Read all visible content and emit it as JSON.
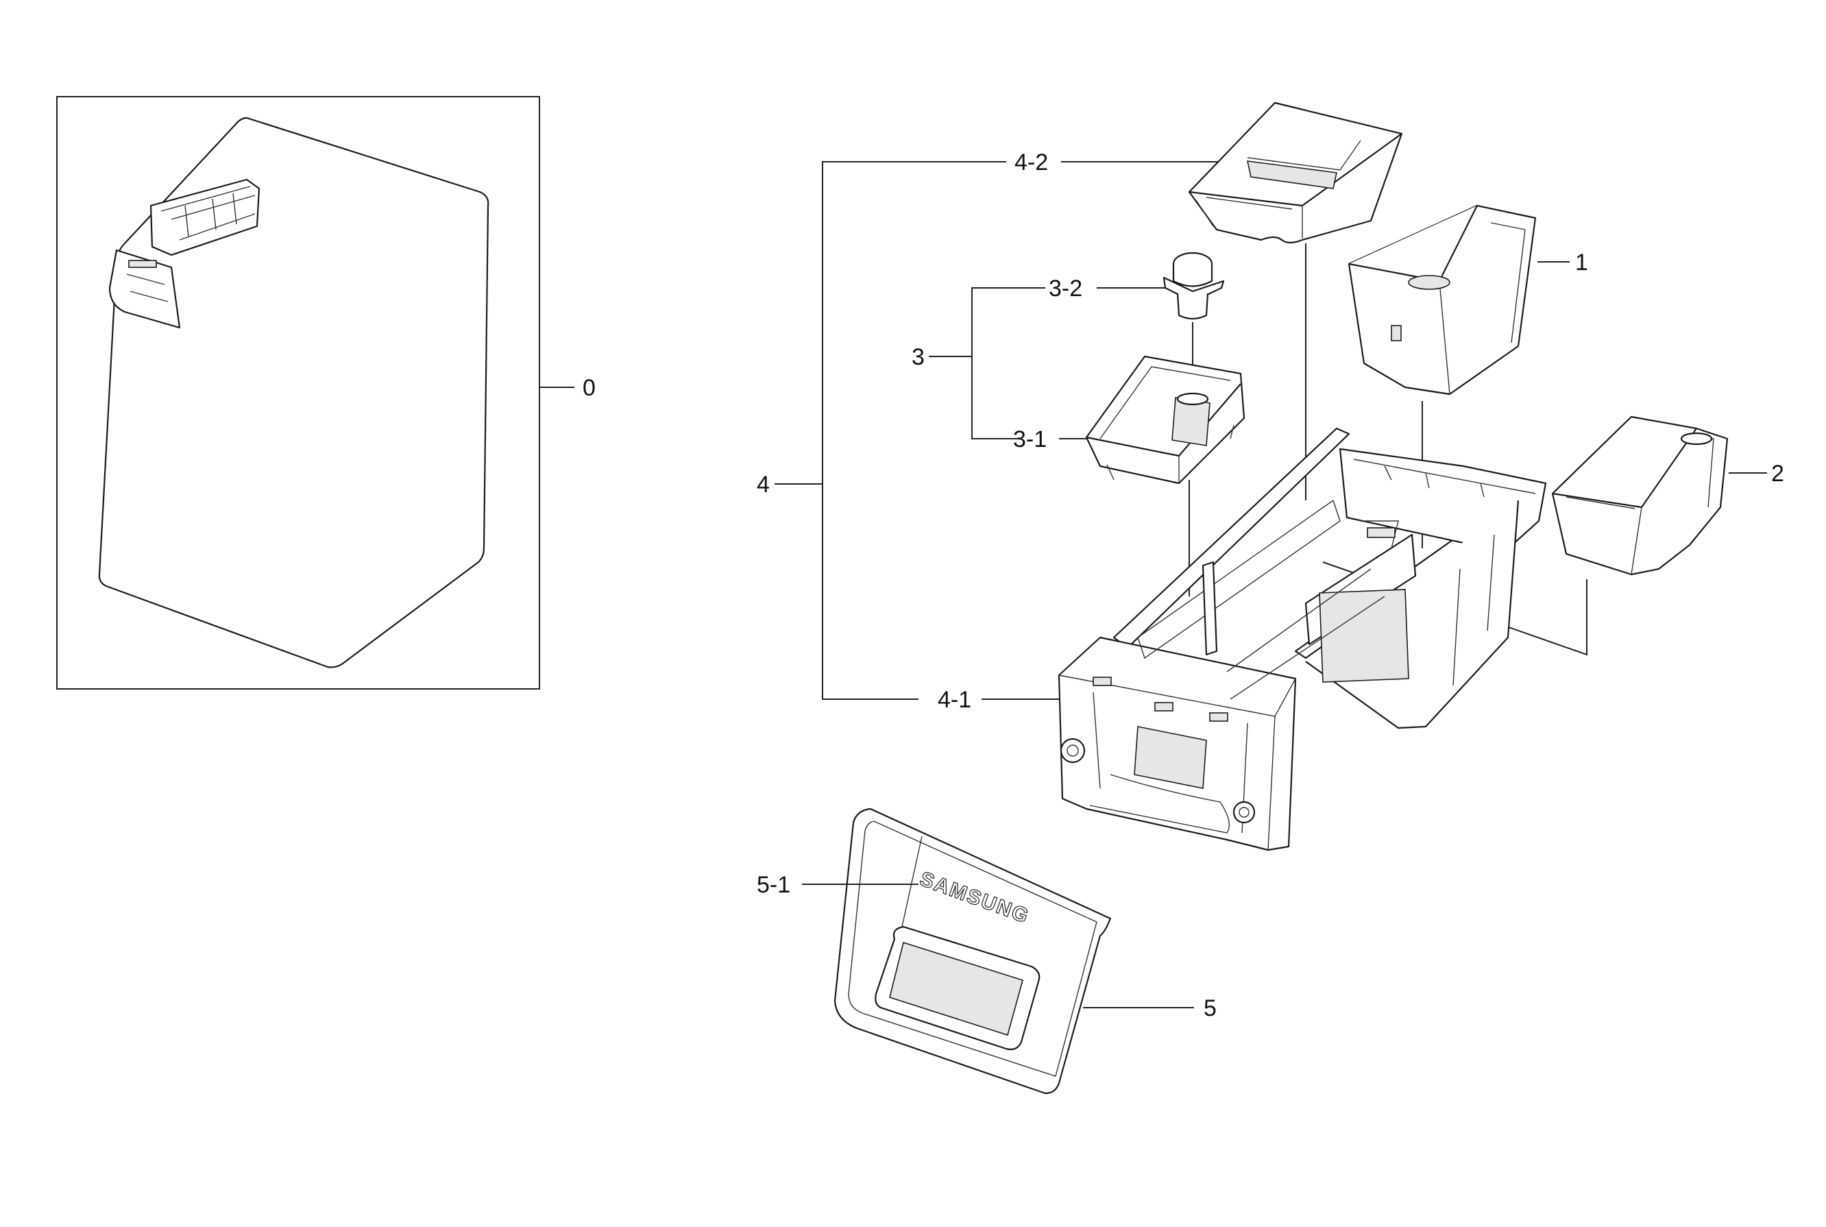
{
  "diagram": {
    "callouts": {
      "c0": "0",
      "c1": "1",
      "c2": "2",
      "c3": "3",
      "c3_1": "3-1",
      "c3_2": "3-2",
      "c4": "4",
      "c4_1": "4-1",
      "c4_2": "4-2",
      "c5": "5",
      "c5_1": "5-1"
    },
    "logo": "SAMSUNG"
  }
}
